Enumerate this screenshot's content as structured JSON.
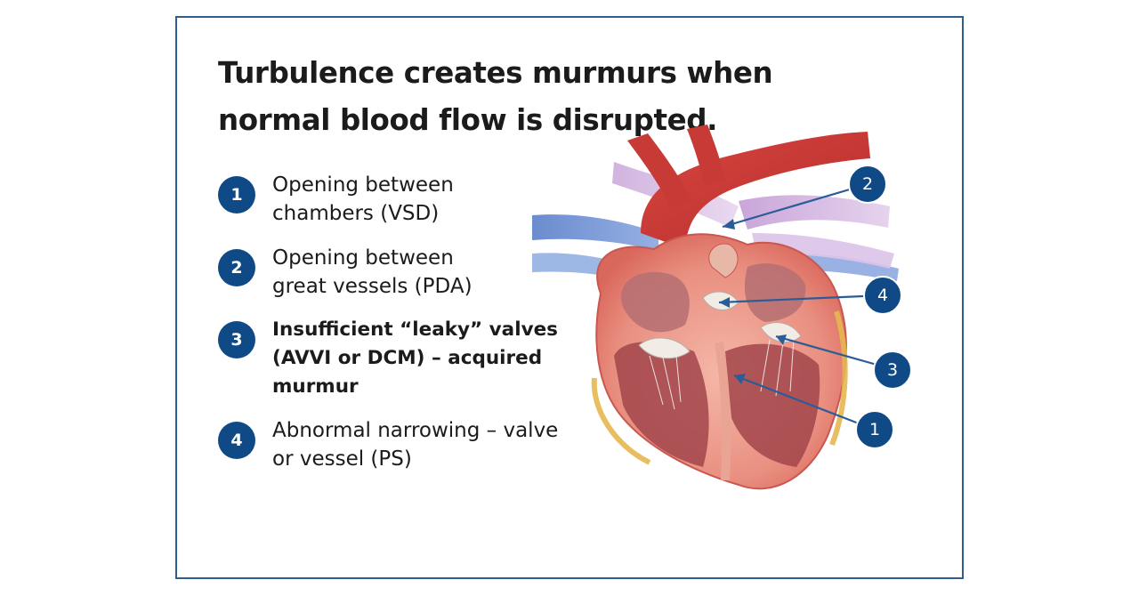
{
  "title": "Turbulence creates murmurs when normal blood flow is disrupted.",
  "items": [
    {
      "number": "1",
      "text": "Opening between\nchambers (VSD)"
    },
    {
      "number": "2",
      "text": "Opening between\ngreat vessels (PDA)"
    },
    {
      "number": "3",
      "text": "Insufficient “leaky” valves\n(AVVI or DCM) – acquired\nmurmur"
    },
    {
      "number": "4",
      "text": "Abnormal narrowing – valve\nor vessel (PS)"
    }
  ],
  "callouts": [
    {
      "number": "2"
    },
    {
      "number": "4"
    },
    {
      "number": "3"
    },
    {
      "number": "1"
    }
  ],
  "colors": {
    "badge": "#0f4a86",
    "frame": "#2f5f8f",
    "text": "#1b1b1b"
  }
}
